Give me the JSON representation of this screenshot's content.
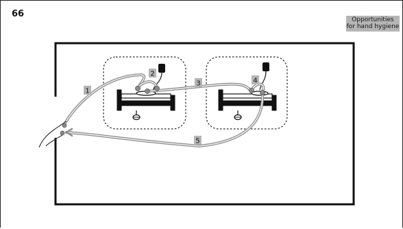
{
  "page": {
    "number": "66",
    "section_label_line1": "Opportunities",
    "section_label_line2": "for hand hygiene"
  },
  "diagram": {
    "moments": [
      {
        "label": "1"
      },
      {
        "label": "2"
      },
      {
        "label": "3"
      },
      {
        "label": "4"
      },
      {
        "label": "5"
      }
    ],
    "colors": {
      "room_wall": "#111111",
      "zone_border": "#222222",
      "path_stroke": "#8a8a8a",
      "path_highlight": "#f2f2f2",
      "label_bg": "#b5b5b5",
      "bed": "#111111"
    }
  }
}
